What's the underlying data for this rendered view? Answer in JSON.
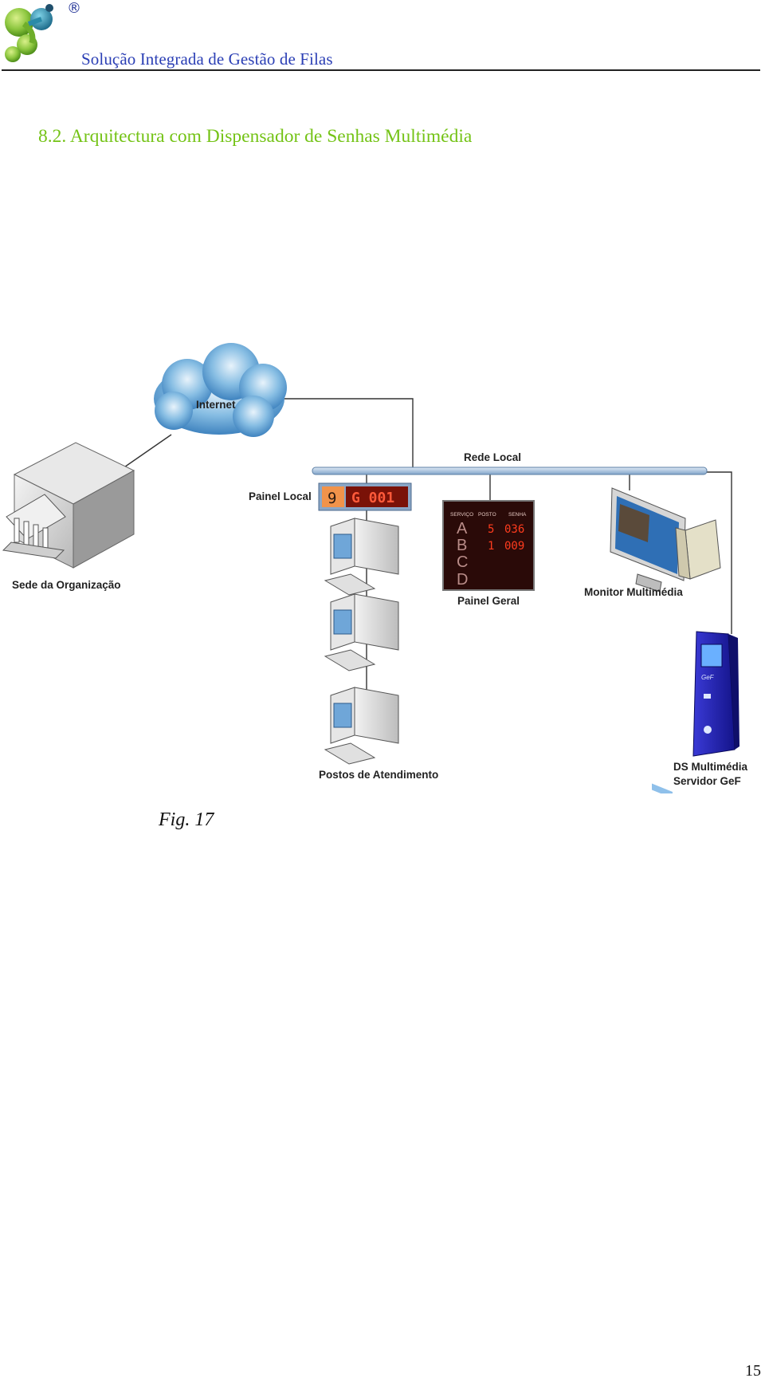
{
  "header": {
    "registered_mark": "®",
    "title": "Solução Integrada de Gestão de Filas"
  },
  "section": {
    "title": "8.2. Arquitectura com Dispensador de Senhas Multimédia"
  },
  "diagram": {
    "labels": {
      "internet": "Internet",
      "rede_local": "Rede Local",
      "painel_local": "Painel Local",
      "sede": "Sede da Organização",
      "painel_geral": "Painel Geral",
      "monitor": "Monitor Multimédia",
      "postos": "Postos de Atendimento",
      "ds_line1": "DS Multimédia",
      "ds_line2": "Servidor GeF"
    },
    "painel_local_display": {
      "counter": "9",
      "ticket": "G 001"
    },
    "painel_geral_display": {
      "headers": [
        "SERVIÇO",
        "POSTO",
        "SENHA"
      ],
      "rows": [
        {
          "servico": "A",
          "posto": "5",
          "senha": "036"
        },
        {
          "servico": "B",
          "posto": "1",
          "senha": "009"
        },
        {
          "servico": "C",
          "posto": "",
          "senha": ""
        },
        {
          "servico": "D",
          "posto": "",
          "senha": ""
        }
      ]
    },
    "colors": {
      "network_bar": "#a9c4e0",
      "led_red": "#ff3c1e",
      "led_panel_bg": "#2a0a08",
      "kiosk_blue": "#1f1fb0",
      "cloud": "#7fb6e0"
    }
  },
  "caption": "Fig. 17",
  "page_number": "15"
}
